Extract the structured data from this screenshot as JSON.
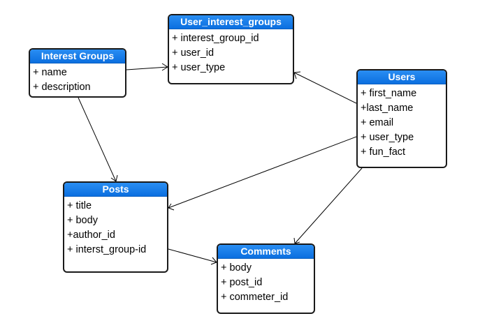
{
  "colors": {
    "header": "#0b6fe0",
    "border": "#1a1a1a",
    "connector": "#000000"
  },
  "entities": {
    "interest_groups": {
      "title": "Interest Groups",
      "attributes": [
        "+ name",
        "+ description"
      ]
    },
    "user_interest_groups": {
      "title": "User_interest_groups",
      "attributes": [
        "+ interest_group_id",
        "+ user_id",
        "+ user_type"
      ]
    },
    "users": {
      "title": "Users",
      "attributes": [
        "+ first_name",
        "+last_name",
        "+ email",
        "+ user_type",
        "+ fun_fact"
      ]
    },
    "posts": {
      "title": "Posts",
      "attributes": [
        "+ title",
        "+ body",
        "+author_id",
        "+ interst_group-id"
      ]
    },
    "comments": {
      "title": "Comments",
      "attributes": [
        "+ body",
        "+ post_id",
        "+ commeter_id"
      ]
    }
  },
  "relationships": [
    {
      "from": "interest_groups",
      "to": "user_interest_groups",
      "to_end": "many"
    },
    {
      "from": "users",
      "to": "user_interest_groups",
      "to_end": "many"
    },
    {
      "from": "interest_groups",
      "to": "posts",
      "to_end": "many"
    },
    {
      "from": "users",
      "to": "posts",
      "to_end": "many"
    },
    {
      "from": "users",
      "to": "comments",
      "to_end": "many"
    },
    {
      "from": "posts",
      "to": "comments",
      "to_end": "many"
    }
  ]
}
